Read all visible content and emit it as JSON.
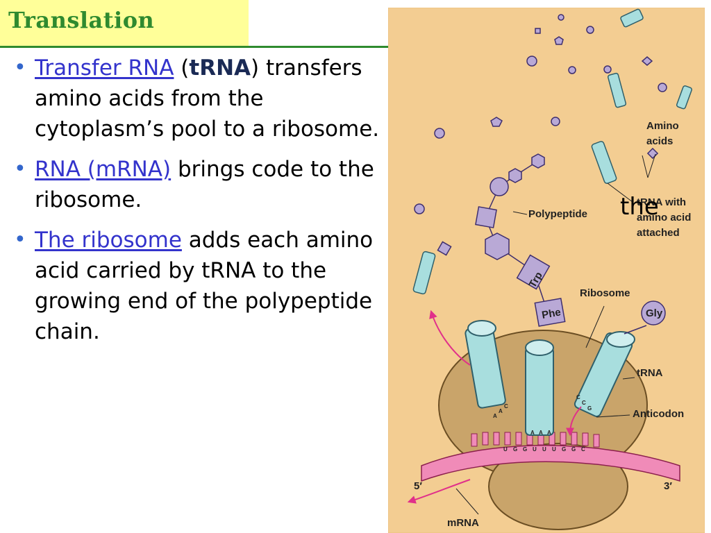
{
  "slide": {
    "title": "Translation"
  },
  "bullets": [
    {
      "link": "Transfer RNA",
      "mid": " (",
      "bold": "tRNA",
      "rest": ") transfers amino acids from the cytoplasm’s pool to a ribosome."
    },
    {
      "link": "RNA (mRNA)",
      "rest": " brings code to the ribosome."
    },
    {
      "link": "The ribosome",
      "rest": " adds each amino acid carried by tRNA to the growing end of the polypeptide chain."
    }
  ],
  "figure": {
    "labels": {
      "amino_acids_1": "Amino",
      "amino_acids_2": "acids",
      "trna_aa_1": "tRNA with",
      "trna_aa_2": "amino acid",
      "trna_aa_3": "attached",
      "polypeptide": "Polypeptide",
      "ribosome": "Ribosome",
      "trna": "tRNA",
      "anticodon": "Anticodon",
      "mrna": "mRNA",
      "five_prime": "5′",
      "three_prime": "3′",
      "trp": "Trp",
      "phe": "Phe",
      "gly": "Gly"
    },
    "anticodons": {
      "left": [
        "A",
        "A",
        "C"
      ],
      "middle": [
        "A",
        "A",
        "A"
      ],
      "right": [
        "C",
        "C",
        "G"
      ]
    },
    "codons": [
      "U",
      "G",
      "G",
      "U",
      "U",
      "U",
      "G",
      "G",
      "C"
    ],
    "overlay_text": "the",
    "colors": {
      "background": "#f2cc8f",
      "ribosome": "#c9a46a",
      "trna": "#a8dede",
      "amino": "#b9a9d6",
      "mrna": "#f08bb8",
      "arrow": "#e0308a"
    }
  }
}
